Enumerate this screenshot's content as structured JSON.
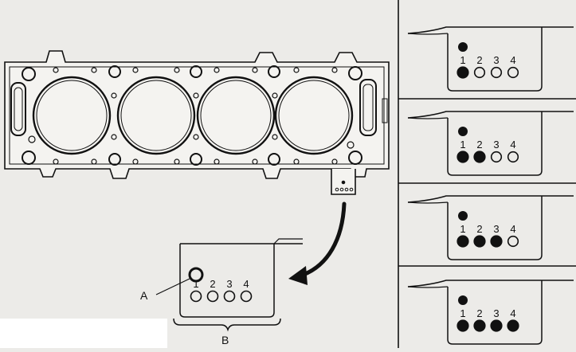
{
  "callout": {
    "pointer_label": "A",
    "bracket_label": "B",
    "hole_numbers": [
      "1",
      "2",
      "3",
      "4"
    ]
  },
  "variants": [
    {
      "numbers": [
        "1",
        "2",
        "3",
        "4"
      ],
      "filled": [
        true,
        false,
        false,
        false
      ]
    },
    {
      "numbers": [
        "1",
        "2",
        "3",
        "4"
      ],
      "filled": [
        true,
        true,
        false,
        false
      ]
    },
    {
      "numbers": [
        "1",
        "2",
        "3",
        "4"
      ],
      "filled": [
        true,
        true,
        true,
        false
      ]
    },
    {
      "numbers": [
        "1",
        "2",
        "3",
        "4"
      ],
      "filled": [
        true,
        true,
        true,
        true
      ]
    }
  ],
  "colors": {
    "ink": "#111111",
    "paper": "#ecebe8"
  }
}
